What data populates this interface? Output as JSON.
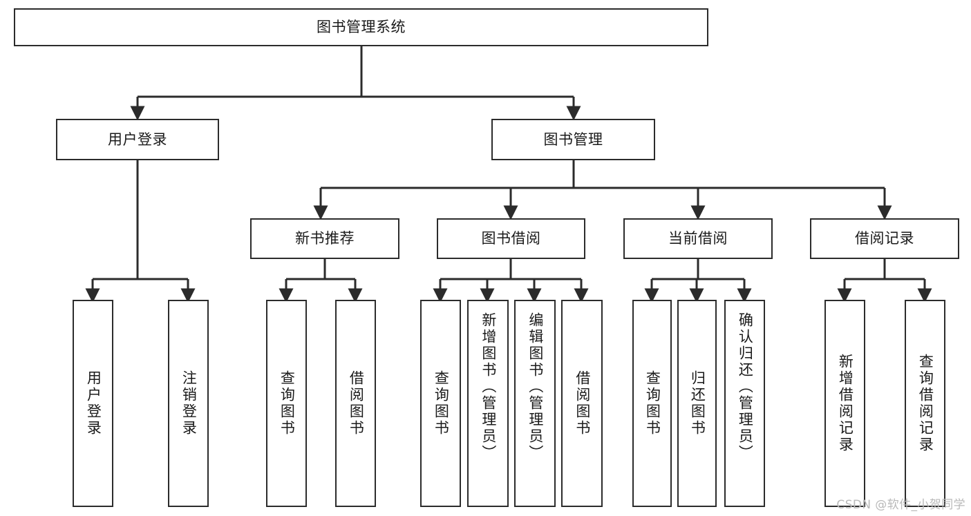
{
  "diagram": {
    "title": "图书管理系统",
    "type": "hierarchy-tree",
    "watermark": "CSDN @软件_小贺同学",
    "colors": {
      "border": "#2b2b2b",
      "background": "#ffffff",
      "text": "#1a1a1a",
      "watermark": "#b9b9b9"
    },
    "levels": {
      "root": {
        "label": "图书管理系统"
      },
      "level2": [
        {
          "label": "用户登录"
        },
        {
          "label": "图书管理"
        }
      ],
      "level3": [
        {
          "label": "新书推荐"
        },
        {
          "label": "图书借阅"
        },
        {
          "label": "当前借阅"
        },
        {
          "label": "借阅记录"
        }
      ],
      "leaves": {
        "user_login": [
          {
            "label": "用户登录"
          },
          {
            "label": "注销登录"
          }
        ],
        "new_book_recommend": [
          {
            "label": "查询图书"
          },
          {
            "label": "借阅图书"
          }
        ],
        "book_borrow": [
          {
            "label": "查询图书"
          },
          {
            "label": "新增图书（管理员）"
          },
          {
            "label": "编辑图书（管理员）"
          },
          {
            "label": "借阅图书"
          }
        ],
        "current_borrow": [
          {
            "label": "查询图书"
          },
          {
            "label": "归还图书"
          },
          {
            "label": "确认归还（管理员）"
          }
        ],
        "borrow_record": [
          {
            "label": "新增借阅记录"
          },
          {
            "label": "查询借阅记录"
          }
        ]
      }
    }
  }
}
